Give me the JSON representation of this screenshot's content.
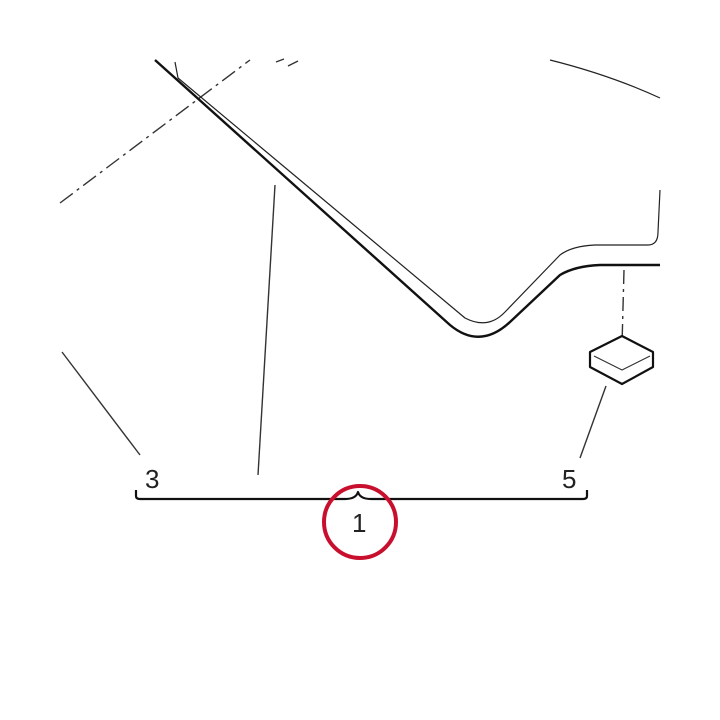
{
  "diagram": {
    "callouts": [
      {
        "id": "3",
        "label": "3"
      },
      {
        "id": "1",
        "label": "1"
      },
      {
        "id": "5",
        "label": "5"
      }
    ],
    "highlight": {
      "target": "1",
      "color": "#c8102e"
    },
    "colors": {
      "line": "#111111",
      "thin_line": "#333333",
      "label": "#222222",
      "background": "#ffffff"
    }
  }
}
